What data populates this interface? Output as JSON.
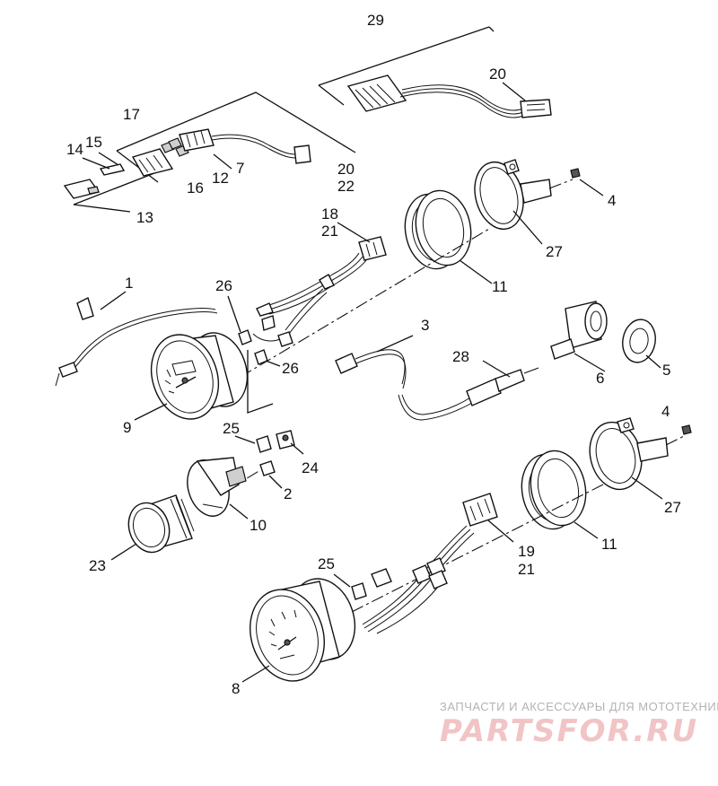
{
  "labels": {
    "l29": "29",
    "l20a": "20",
    "l17": "17",
    "l15": "15",
    "l14": "14",
    "l7": "7",
    "l12": "12",
    "l16": "16",
    "l20b": "20",
    "l22": "22",
    "l13": "13",
    "l4a": "4",
    "l27a": "27",
    "l18": "18",
    "l21a": "21",
    "l11a": "11",
    "l1": "1",
    "l26a": "26",
    "l26b": "26",
    "l3": "3",
    "l28": "28",
    "l6": "6",
    "l5": "5",
    "l9": "9",
    "l25a": "25",
    "l24": "24",
    "l2": "2",
    "l10": "10",
    "l23": "23",
    "l4b": "4",
    "l27b": "27",
    "l11b": "11",
    "l19": "19",
    "l21b": "21",
    "l25b": "25",
    "l8": "8"
  },
  "watermark": {
    "caption": "ЗАПЧАСТИ И АКСЕССУАРЫ ДЛЯ МОТОТЕХНИКИ",
    "logo": "PARTSFOR.RU",
    "logo_color": "#f1c4c6"
  }
}
